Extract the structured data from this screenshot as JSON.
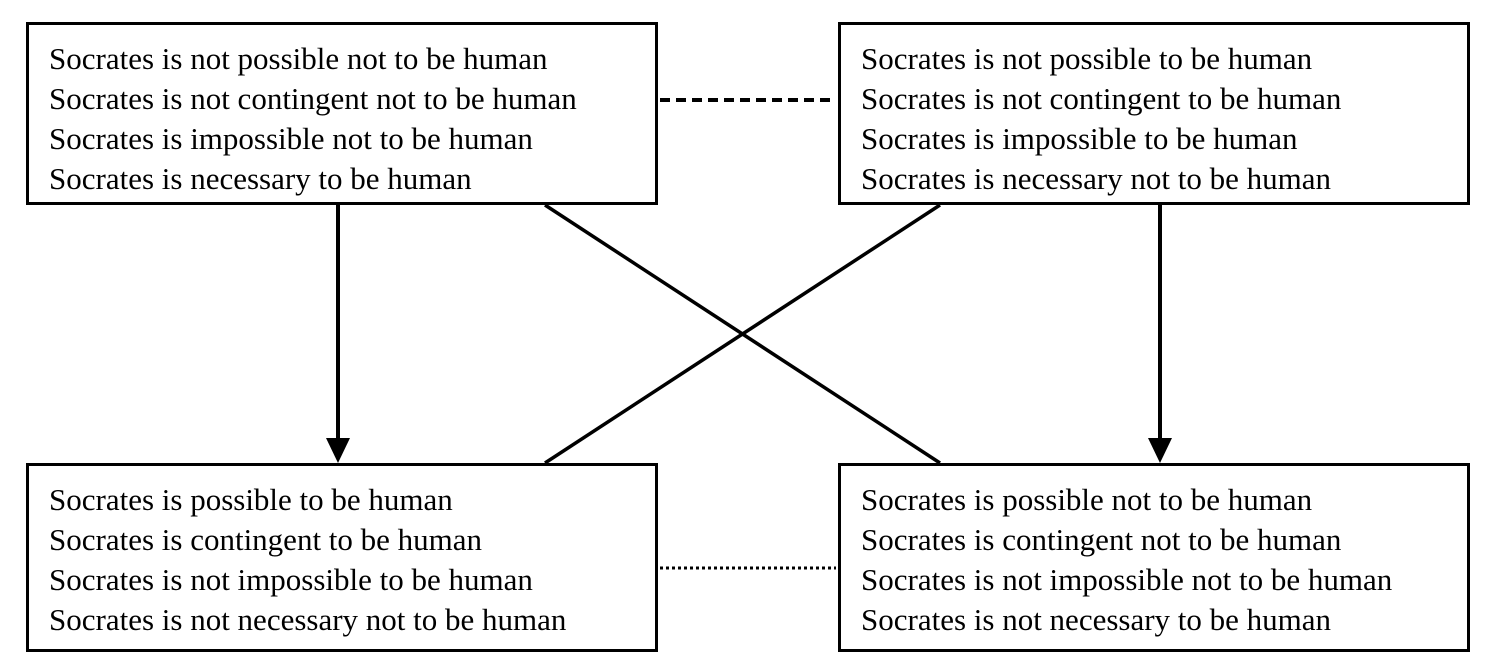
{
  "colors": {
    "line": "#000000",
    "background": "#ffffff"
  },
  "boxes": {
    "top_left": {
      "lines": [
        "Socrates is not possible not to be human",
        "Socrates is not contingent not to be human",
        "Socrates is impossible not to be human",
        "Socrates is necessary to be human"
      ]
    },
    "top_right": {
      "lines": [
        "Socrates is not possible to be human",
        "Socrates is not contingent to be human",
        "Socrates is impossible to be human",
        "Socrates is necessary not to be human"
      ]
    },
    "bottom_left": {
      "lines": [
        "Socrates is possible to be human",
        "Socrates is contingent to be human",
        "Socrates is not impossible to be human",
        "Socrates is not necessary not to be human"
      ]
    },
    "bottom_right": {
      "lines": [
        "Socrates is possible not to be human",
        "Socrates is contingent not to be human",
        "Socrates is not impossible not to be human",
        "Socrates is not necessary to be human"
      ]
    }
  },
  "relations": [
    {
      "from": "top_left",
      "to": "top_right",
      "style": "dashed"
    },
    {
      "from": "bottom_left",
      "to": "bottom_right",
      "style": "dotted"
    },
    {
      "from": "top_left",
      "to": "bottom_left",
      "style": "arrow"
    },
    {
      "from": "top_right",
      "to": "bottom_right",
      "style": "arrow"
    },
    {
      "from": "top_left",
      "to": "bottom_right",
      "style": "solid"
    },
    {
      "from": "top_right",
      "to": "bottom_left",
      "style": "solid"
    }
  ]
}
